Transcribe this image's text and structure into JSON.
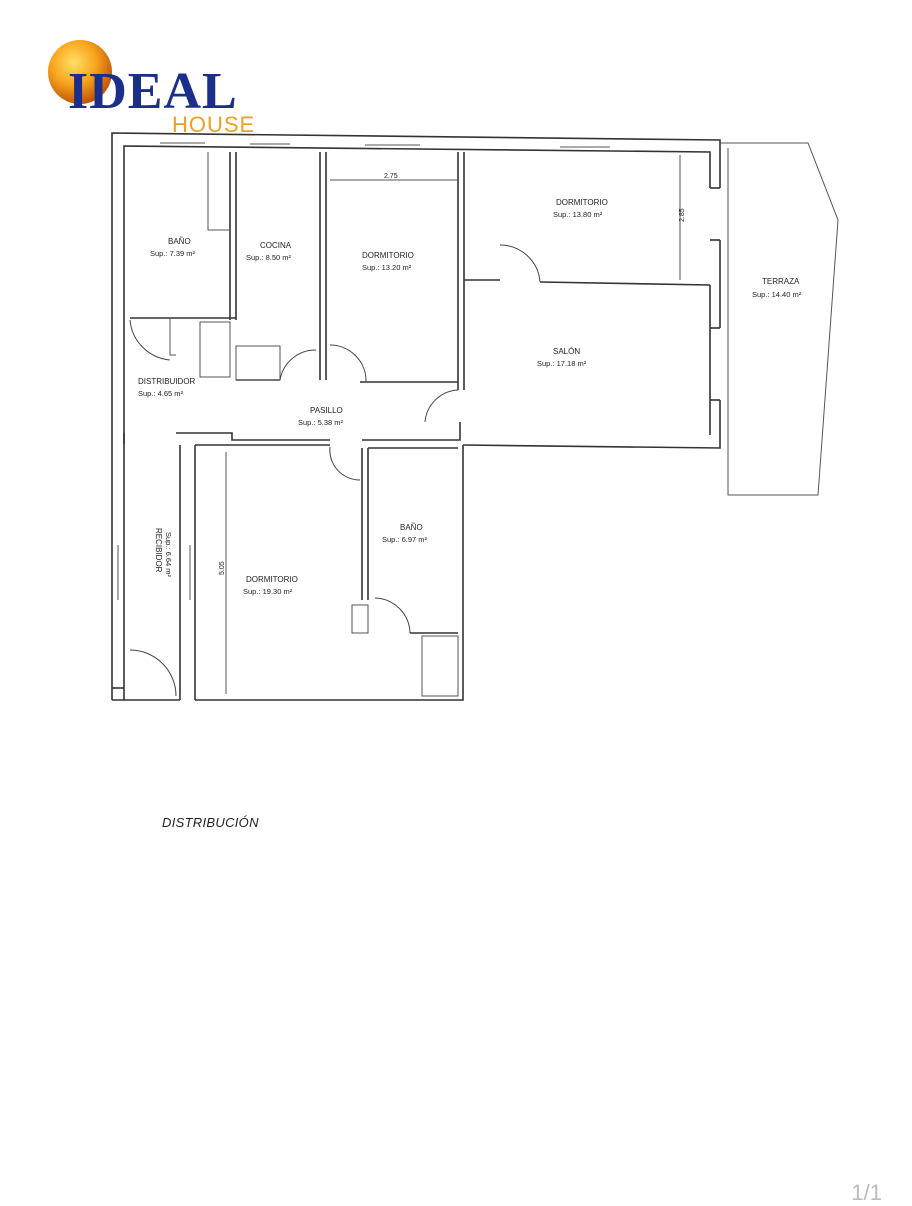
{
  "logo": {
    "word": "IDEAL",
    "sub": "HOUSE",
    "colors": {
      "primary": "#1b2f8a",
      "accent": "#f0a020"
    }
  },
  "rooms": {
    "bano1": {
      "name": "BAÑO",
      "area": "Sup.: 7.39 m²"
    },
    "cocina": {
      "name": "COCINA",
      "area": "Sup.: 8.50 m²"
    },
    "dormitorio1": {
      "name": "DORMITORIO",
      "area": "Sup.: 13.20 m²"
    },
    "dormitorio2": {
      "name": "DORMITORIO",
      "area": "Sup.: 13.80 m²"
    },
    "terraza": {
      "name": "TERRAZA",
      "area": "Sup.: 14.40 m²"
    },
    "salon": {
      "name": "SALÓN",
      "area": "Sup.: 17.18 m²"
    },
    "distribuidor": {
      "name": "DISTRIBUIDOR",
      "area": "Sup.: 4.65 m²"
    },
    "pasillo": {
      "name": "PASILLO",
      "area": "Sup.: 5.38 m²"
    },
    "recibidor": {
      "name": "RECIBIDOR",
      "area": "Sup.: 6.64 m²"
    },
    "dormitorio3": {
      "name": "DORMITORIO",
      "area": "Sup.: 19.30 m²"
    },
    "bano2": {
      "name": "BAÑO",
      "area": "Sup.: 6.97 m²"
    }
  },
  "dimensions": {
    "dorm1_width": "2.75",
    "dorm2_height": "2.85",
    "dorm3_height": "5.05"
  },
  "caption": "DISTRIBUCIÓN",
  "page_indicator": "1/1"
}
